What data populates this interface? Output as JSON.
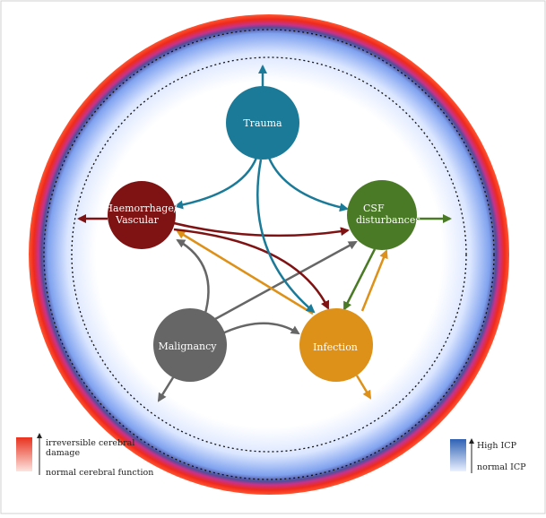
{
  "nodes": {
    "trauma": {
      "label": "Trauma",
      "color": "#1a7a97"
    },
    "haemorrhage": {
      "label_line1": "Haemorrhage/",
      "label_line2": "Vascular",
      "color": "#7f1212"
    },
    "csf": {
      "label_line1": "CSF",
      "label_line2": "disturbances",
      "color": "#4a7a25"
    },
    "malignancy": {
      "label": "Malignancy",
      "color": "#666666"
    },
    "infection": {
      "label": "Infection",
      "color": "#de9118"
    }
  },
  "legend_left": {
    "top_line1": "irreversible cerebral",
    "top_line2": "damage",
    "bottom": "normal cerebral function",
    "color_top": "#e8321e",
    "color_bottom": "#fde3df"
  },
  "legend_right": {
    "top": "High ICP",
    "bottom": "normal ICP",
    "color_top": "#2f62b4",
    "color_bottom": "#eaf1ff"
  }
}
